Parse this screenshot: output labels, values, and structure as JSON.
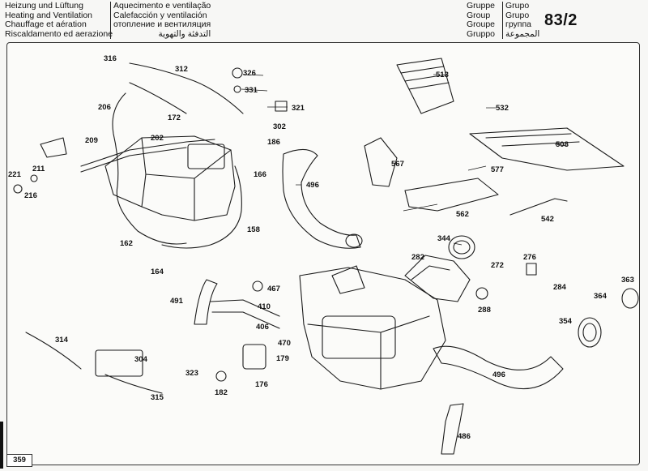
{
  "header": {
    "col1": [
      "Heizung und Lüftung",
      "Heating and Ventilation",
      "Chauffage et aération",
      "Riscaldamento ed aerazione"
    ],
    "col2": [
      "Aquecimento e ventilação",
      "Calefacción y ventilación",
      "отопление и вентиляция",
      "التدفئة والتهوية"
    ],
    "col3": [
      "Gruppe",
      "Group",
      "Groupe",
      "Gruppo"
    ],
    "col4": [
      "Grupo",
      "Grupo",
      "группа",
      "المجموعة"
    ],
    "group_number": "83/2"
  },
  "page_number": "359",
  "callouts": [
    "316",
    "312",
    "326",
    "331",
    "321",
    "206",
    "172",
    "302",
    "209",
    "202",
    "186",
    "221",
    "211",
    "216",
    "166",
    "496",
    "162",
    "158",
    "164",
    "491",
    "467",
    "410",
    "406",
    "470",
    "179",
    "314",
    "304",
    "323",
    "182",
    "176",
    "315",
    "513",
    "532",
    "508",
    "567",
    "577",
    "562",
    "542",
    "344",
    "282",
    "276",
    "272",
    "284",
    "288",
    "363",
    "364",
    "354",
    "496",
    "486"
  ]
}
